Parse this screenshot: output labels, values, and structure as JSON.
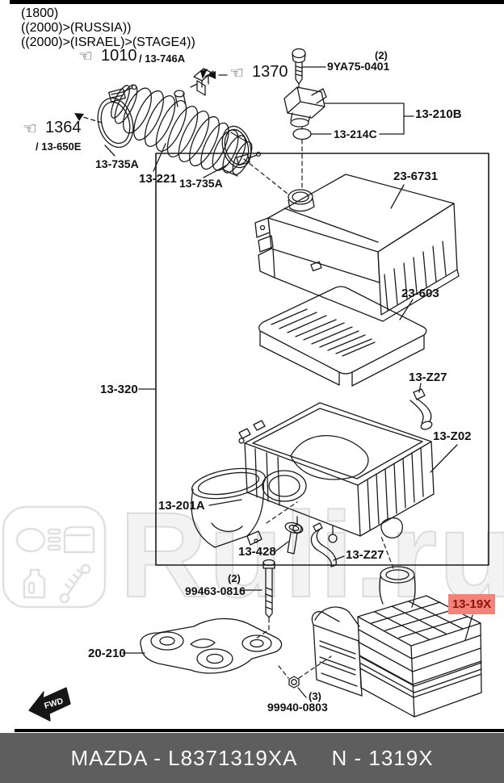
{
  "header": {
    "line1": "(1800)",
    "line2": "((2000)>(RUSSIA))",
    "line3": "((2000)>(ISRAEL)>(STAGE4))"
  },
  "callouts": {
    "ref_1010": "1010",
    "ref_13_746A": "/ 13-746A",
    "ref_1370": "1370",
    "qty_2_screw": "(2)",
    "ref_9YA75_0401": "9YA75-0401",
    "ref_13_210B": "13-210B",
    "ref_13_214C": "13-214C",
    "ref_1364": "1364",
    "ref_13_650E": "/ 13-650E",
    "ref_13_735A_left": "13-735A",
    "ref_13_221": "13-221",
    "ref_13_735A_right": "13-735A",
    "ref_23_6731": "23-6731",
    "ref_23_603": "23-603",
    "ref_13_Z27_upper": "13-Z27",
    "ref_13_320": "13-320",
    "ref_13_Z02": "13-Z02",
    "ref_13_201A": "13-201A",
    "ref_13_428": "13-428",
    "ref_13_Z27_lower": "13-Z27",
    "qty_2_bolt": "(2)",
    "ref_99463_0816": "99463-0816",
    "ref_20_210": "20-210",
    "qty_3_nut": "(3)",
    "ref_99940_0803": "99940-0803",
    "ref_13_19X": "13-19X",
    "fwd": "FWD"
  },
  "watermark": {
    "text": "Ruli.ru"
  },
  "footer": {
    "left": "MAZDA - L8371319XA",
    "right": "N - 1319X"
  },
  "colors": {
    "highlight_bg": "#f2837a",
    "highlight_text": "#8c1408",
    "footer_bg": "#5e5e5e"
  }
}
